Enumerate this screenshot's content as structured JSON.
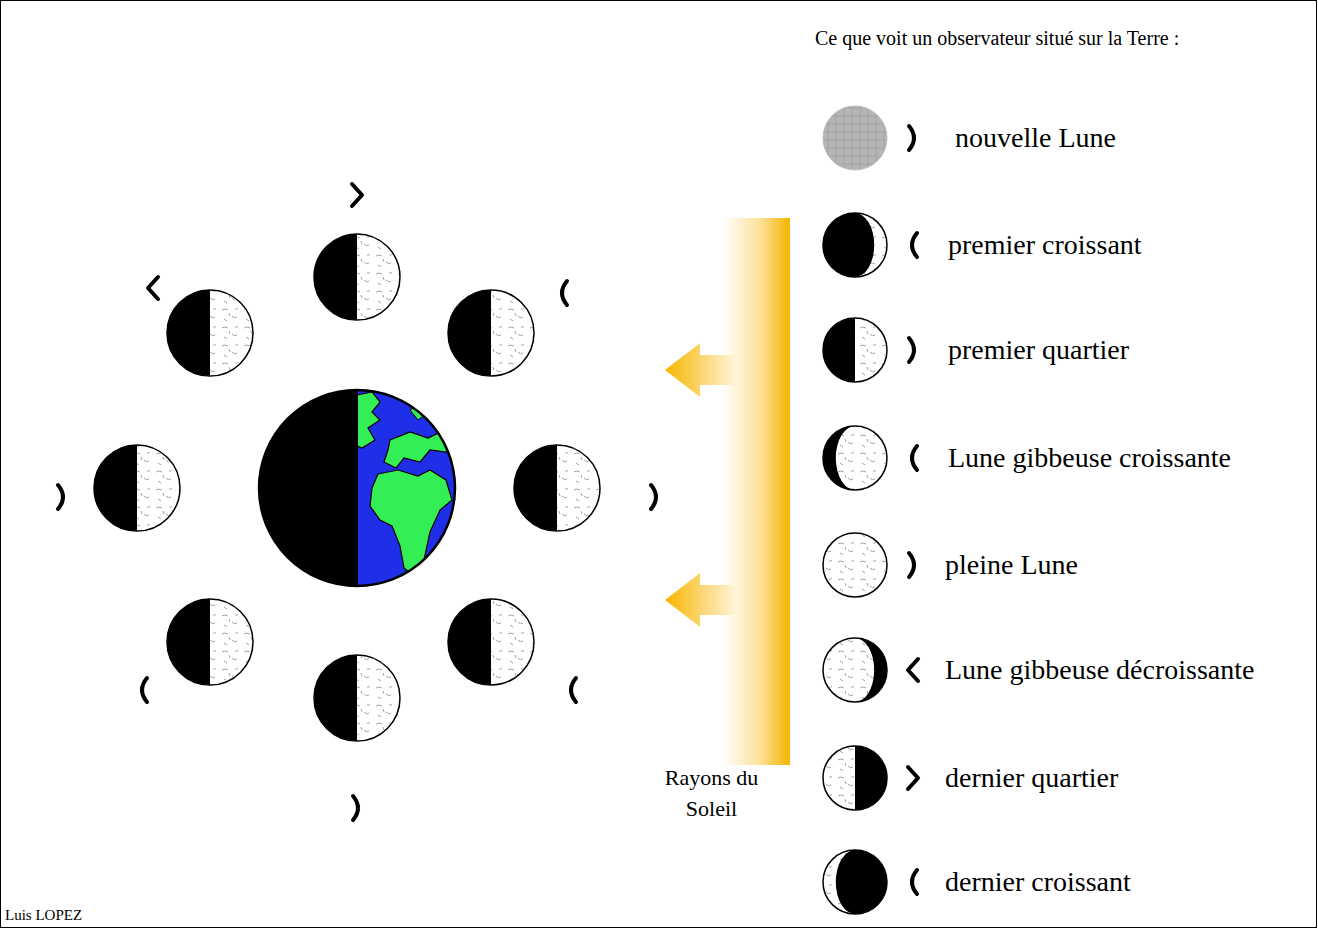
{
  "diagram": {
    "labels": [
      "Ce que voit un observateur situé sur la Terre :",
      "Rayons du Soleil",
      "Luis LOPEZ"
    ],
    "legend": [
      {
        "text": "nouvelle Lune"
      },
      {
        "text": "premier croissant"
      },
      {
        "text": "premier quartier"
      },
      {
        "text": "Lune gibbeuse croissante"
      },
      {
        "text": "pleine Lune"
      },
      {
        "text": "Lune gibbeuse décroissante"
      },
      {
        "text": "dernier quartier"
      },
      {
        "text": "dernier croissant"
      }
    ]
  }
}
